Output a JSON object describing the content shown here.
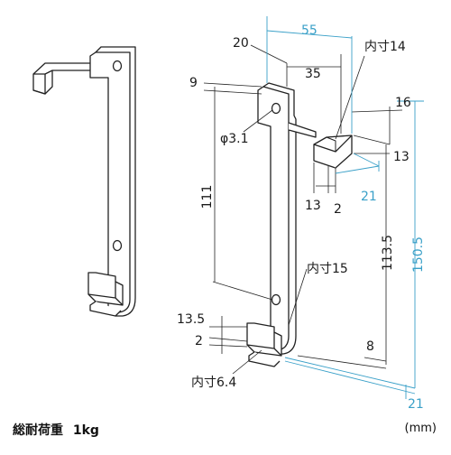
{
  "caption": {
    "load_label": "総耐荷重",
    "load_value": "1kg",
    "unit": "(mm)"
  },
  "dimensions": {
    "width_overall": "55",
    "offset_20": "20",
    "width_35": "35",
    "inner_14": "内寸14",
    "top_9": "9",
    "depth_16": "16",
    "hole_dia": "φ3.1",
    "hook_13_right": "13",
    "hook_21_top": "21",
    "hook_13_bottom": "13",
    "hook_2": "2",
    "hole_pitch": "111",
    "height_113_5": "113.5",
    "height_150_5": "150.5",
    "inner_15": "内寸15",
    "bottom_13_5": "13.5",
    "bottom_2": "2",
    "bottom_8": "8",
    "inner_6_4": "内寸6.4",
    "bottom_21": "21"
  },
  "colors": {
    "line": "#222222",
    "dimension_blue": "#3aa0c8",
    "bracket_fill": "#ffffff"
  }
}
